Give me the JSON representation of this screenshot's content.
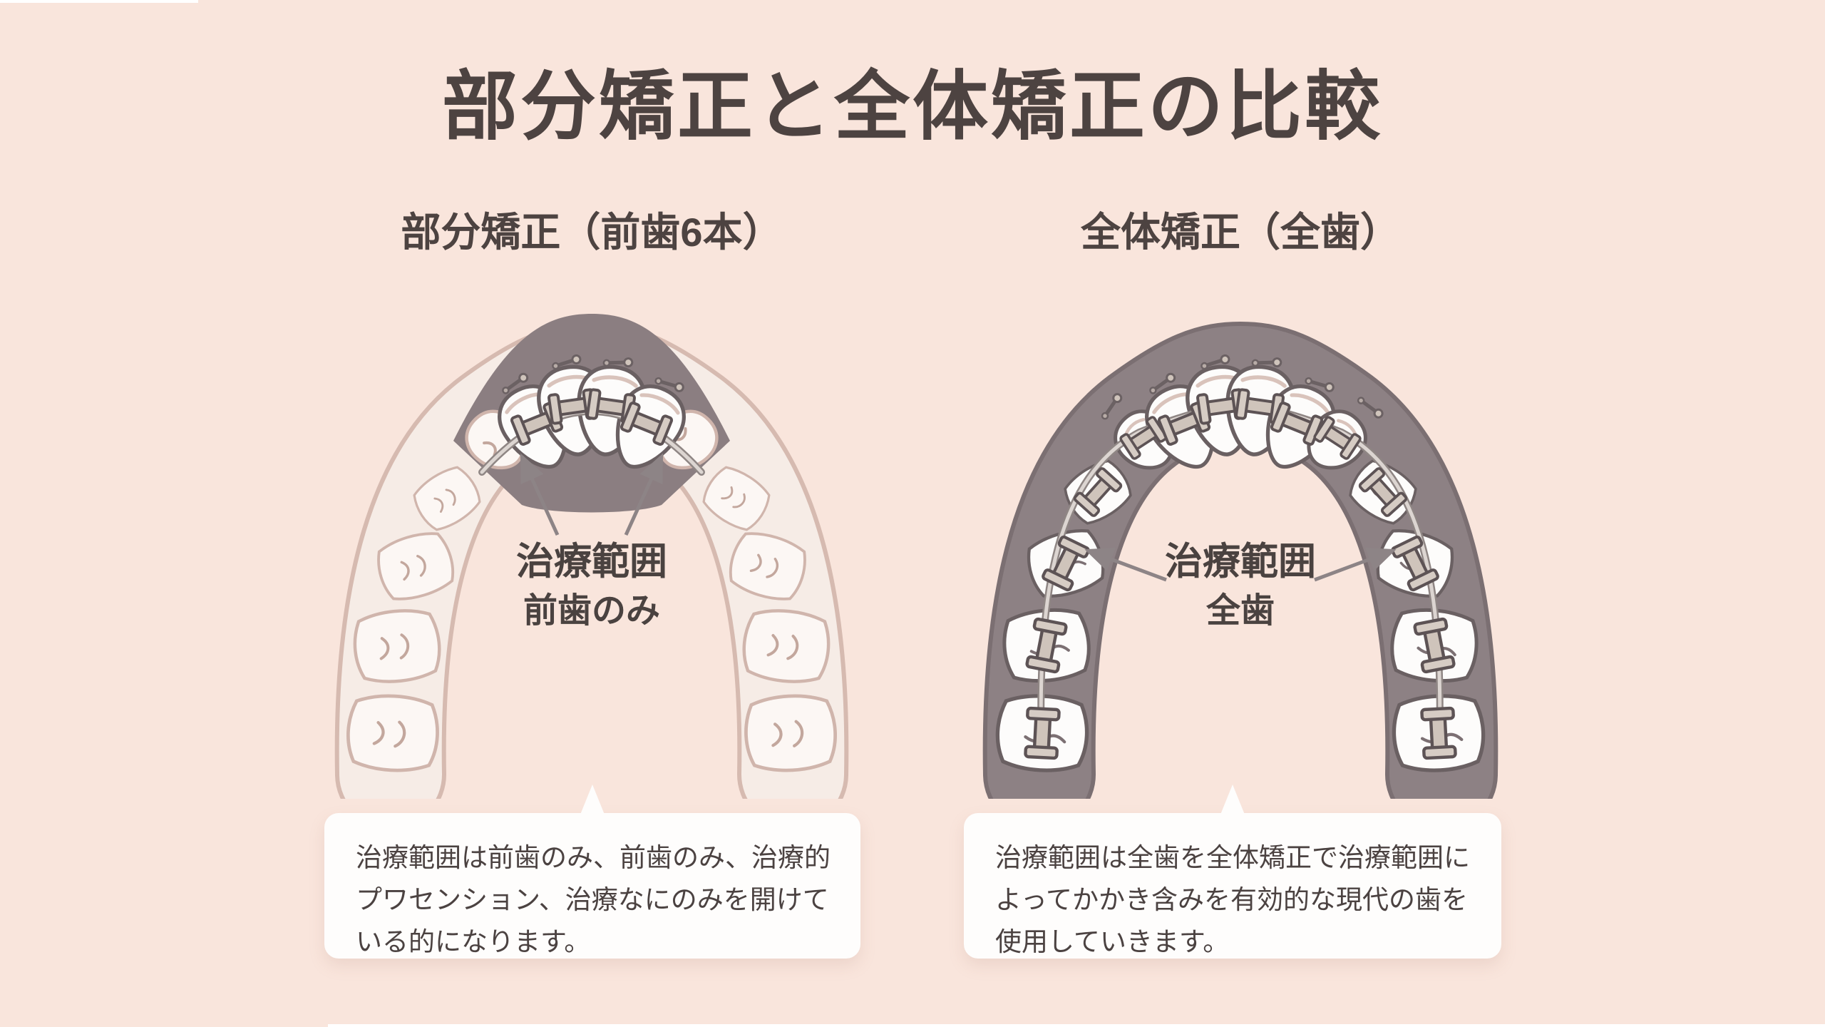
{
  "page": {
    "title": "部分矯正と全体矯正の比較",
    "background_color": "#f9e5dc",
    "text_color": "#4d4341"
  },
  "palette": {
    "highlight_zone": "#8b7e81",
    "light_band_fill": "#f6ece6",
    "light_band_border": "#d6bab0",
    "dark_band_fill": "#8d8184",
    "dark_band_border": "#7b6f72",
    "tooth_white": "#fdfcfb",
    "tooth_outline_dark": "#6a6062",
    "tooth_outline_rosy": "#d0b5ac",
    "bracket_fill": "#cfc4bb",
    "bracket_outline": "#5d5355",
    "wire_core": "#dcd5d1",
    "wire_edge": "#8f8684",
    "arrow_color": "#8d8486",
    "card_background": "#fefdfc"
  },
  "left_panel": {
    "heading": "部分矯正（前歯6本）",
    "range_label": "治療範囲",
    "range_target": "前歯のみ",
    "description_lines": [
      "治療範囲は前歯のみ、前歯のみ、治療的",
      "プワセンション、治療なにのみを開けて",
      "いる的になります。"
    ]
  },
  "right_panel": {
    "heading": "全体矯正（全歯）",
    "range_label": "治療範囲",
    "range_target": "全歯",
    "description_lines": [
      "治療範囲は全歯を全体矯正で治療範囲に",
      "よってかかき含みを有効的な現代の歯を",
      "使用していきます。"
    ]
  },
  "icons": {
    "left_arch": "dental-arch-partial-braces",
    "right_arch": "dental-arch-full-braces",
    "arrow": "pointer-arrow",
    "bracket": "orthodontic-bracket",
    "wire": "archwire",
    "clip": "ligature-clip"
  }
}
